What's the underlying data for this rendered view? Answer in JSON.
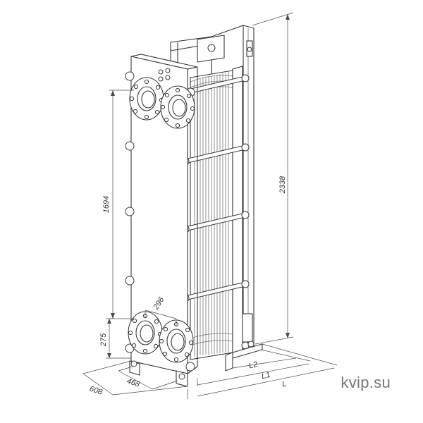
{
  "diagram": {
    "type": "plate-heat-exchanger-dimension-drawing",
    "dimensions": {
      "height_total": "2338",
      "height_between_ports": "1694",
      "port_horizontal_spacing": "296",
      "port_vertical_offset": "275",
      "frame_width_inner": "468",
      "frame_width_outer": "608",
      "length_l2": "L2",
      "length_l1": "L1",
      "length_l": "L"
    }
  },
  "watermark": "kvip.su"
}
